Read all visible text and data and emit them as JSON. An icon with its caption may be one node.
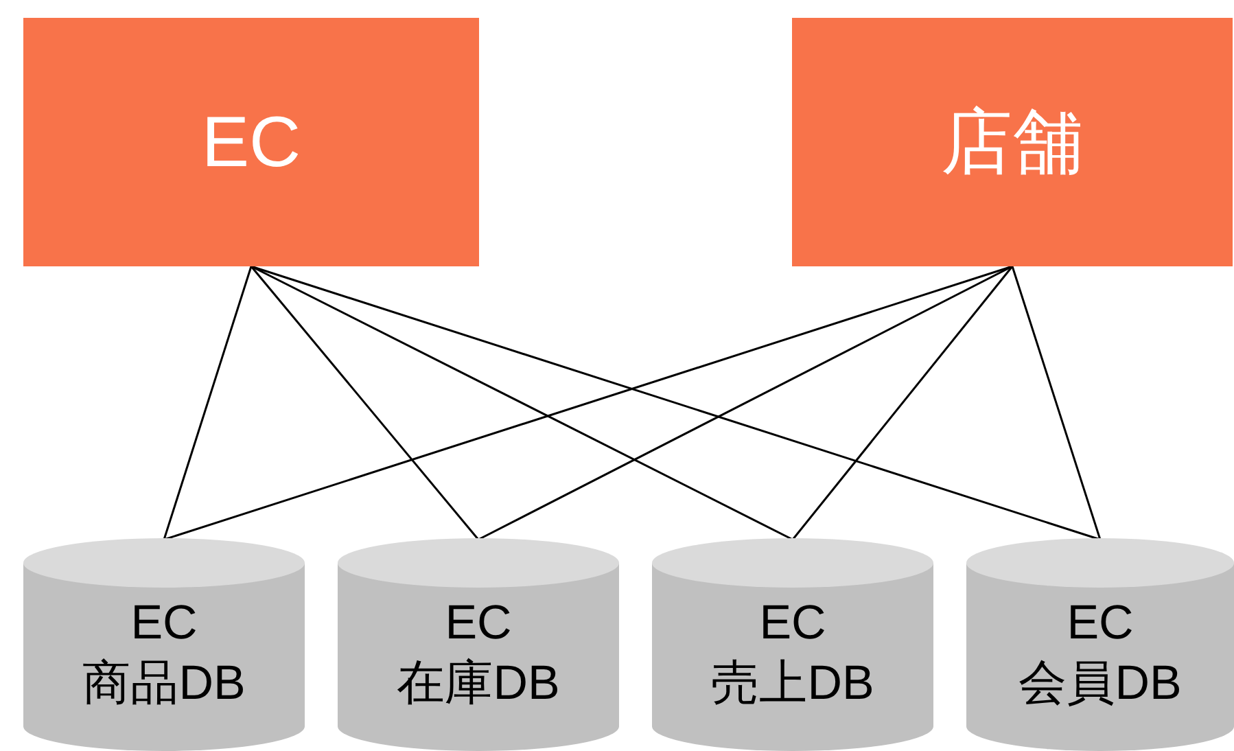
{
  "diagram": {
    "nodes": [
      {
        "text": [
          "EC"
        ]
      },
      {
        "text": [
          "店舗"
        ]
      },
      {
        "text": [
          "EC 商品DB"
        ]
      },
      {
        "text": [
          "EC 在庫DB"
        ]
      },
      {
        "text": [
          "EC 売上DB"
        ]
      },
      {
        "text": [
          "EC 会員DB"
        ]
      }
    ],
    "edges": [
      {
        "from": 0,
        "to": 2,
        "arrow": "none"
      },
      {
        "from": 0,
        "to": 3,
        "arrow": "none"
      },
      {
        "from": 0,
        "to": 4,
        "arrow": "none"
      },
      {
        "from": 0,
        "to": 5,
        "arrow": "none"
      },
      {
        "from": 1,
        "to": 2,
        "arrow": "none"
      },
      {
        "from": 1,
        "to": 3,
        "arrow": "none"
      },
      {
        "from": 1,
        "to": 4,
        "arrow": "none"
      },
      {
        "from": 1,
        "to": 5,
        "arrow": "none"
      }
    ]
  }
}
